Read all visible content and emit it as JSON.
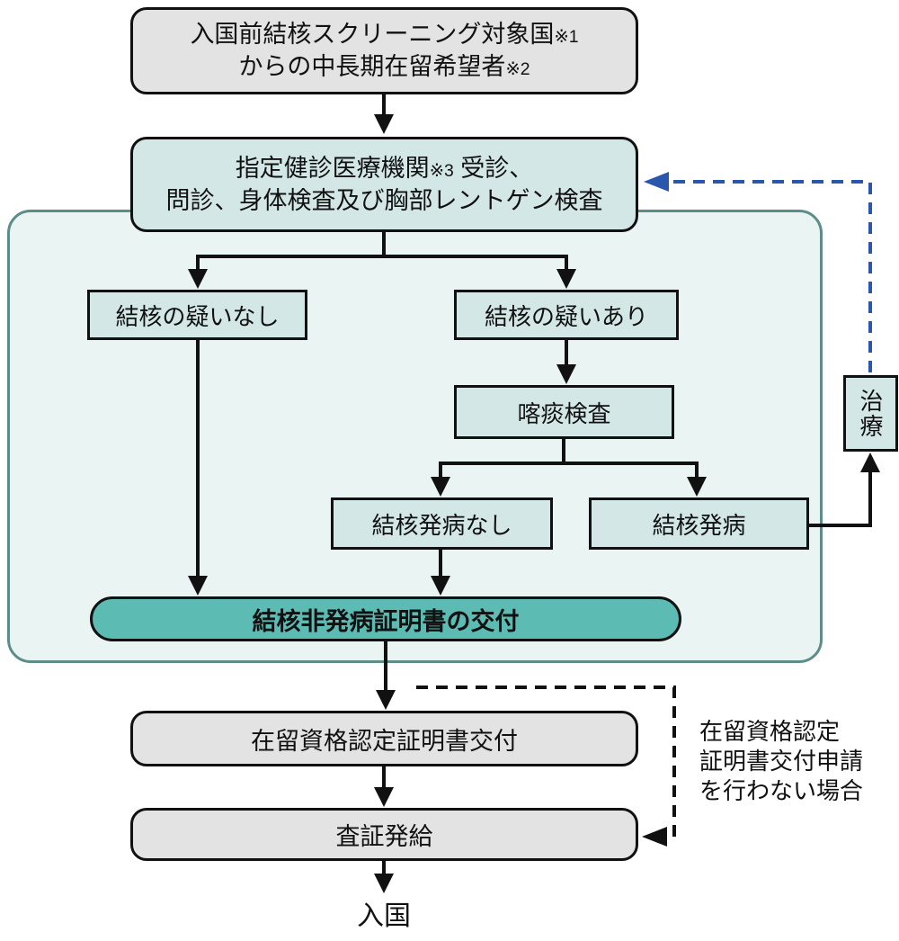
{
  "colors": {
    "gray_fill": "#e3e3e3",
    "teal_fill": "#d3e8e6",
    "pill_fill": "#5cbcb4",
    "container_fill": "#eaf4f2",
    "container_border": "#5d8d89",
    "line": "#111111",
    "blue_dash": "#2a57ae"
  },
  "nodes": {
    "start": {
      "line1": "入国前結核スクリーニング対象国",
      "note1": "※1",
      "line2": "からの中長期在留希望者",
      "note2": "※2"
    },
    "screening": {
      "line1_pre": "指定健診医療機関",
      "note": "※3",
      "line1_post": " 受診、",
      "line2": "問診、身体検査及び胸部レントゲン検査"
    },
    "no_suspicion": {
      "label": "結核の疑いなし"
    },
    "suspicion": {
      "label": "結核の疑いあり"
    },
    "sputum_test": {
      "label": "喀痰検査"
    },
    "no_onset": {
      "label": "結核発病なし"
    },
    "onset": {
      "label": "結核発病"
    },
    "treatment": {
      "label": "治療"
    },
    "certificate": {
      "label": "結核非発病証明書の交付"
    },
    "coe": {
      "label": "在留資格認定証明書交付"
    },
    "visa": {
      "label": "査証発給"
    },
    "entry": {
      "label": "入国"
    }
  },
  "annotations": {
    "no_coe_line1": "在留資格認定",
    "no_coe_line2": "証明書交付申請",
    "no_coe_line3": "を行わない場合"
  }
}
